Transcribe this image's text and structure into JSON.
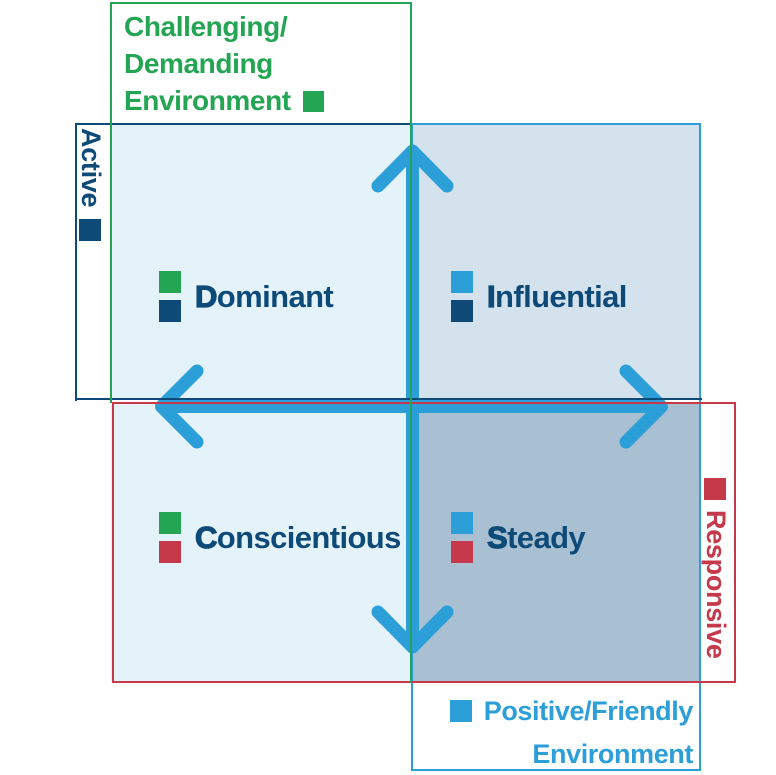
{
  "colors": {
    "green": "#23a553",
    "navy": "#0d4a78",
    "blue": "#2d9fd8",
    "red": "#c5394b",
    "quadrantLight": "#e4f2fa",
    "quadrantTopRight": "#d3e2ed",
    "quadrantBottomRight": "#a8c0d1"
  },
  "axis_labels": {
    "top": {
      "line1": "Challenging/",
      "line2": "Demanding",
      "line3": "Environment"
    },
    "left": {
      "text": "Active"
    },
    "right": {
      "text": "Responsive"
    },
    "bottom": {
      "line1": "Positive/Friendly",
      "line2": "Environment"
    }
  },
  "quadrants": {
    "dominant": {
      "initial": "D",
      "rest": "ominant"
    },
    "influential": {
      "initial": "I",
      "rest": "nfluential"
    },
    "conscientious": {
      "initial": "C",
      "rest": "onscientious"
    },
    "steady": {
      "initial": "S",
      "rest": "teady"
    }
  }
}
